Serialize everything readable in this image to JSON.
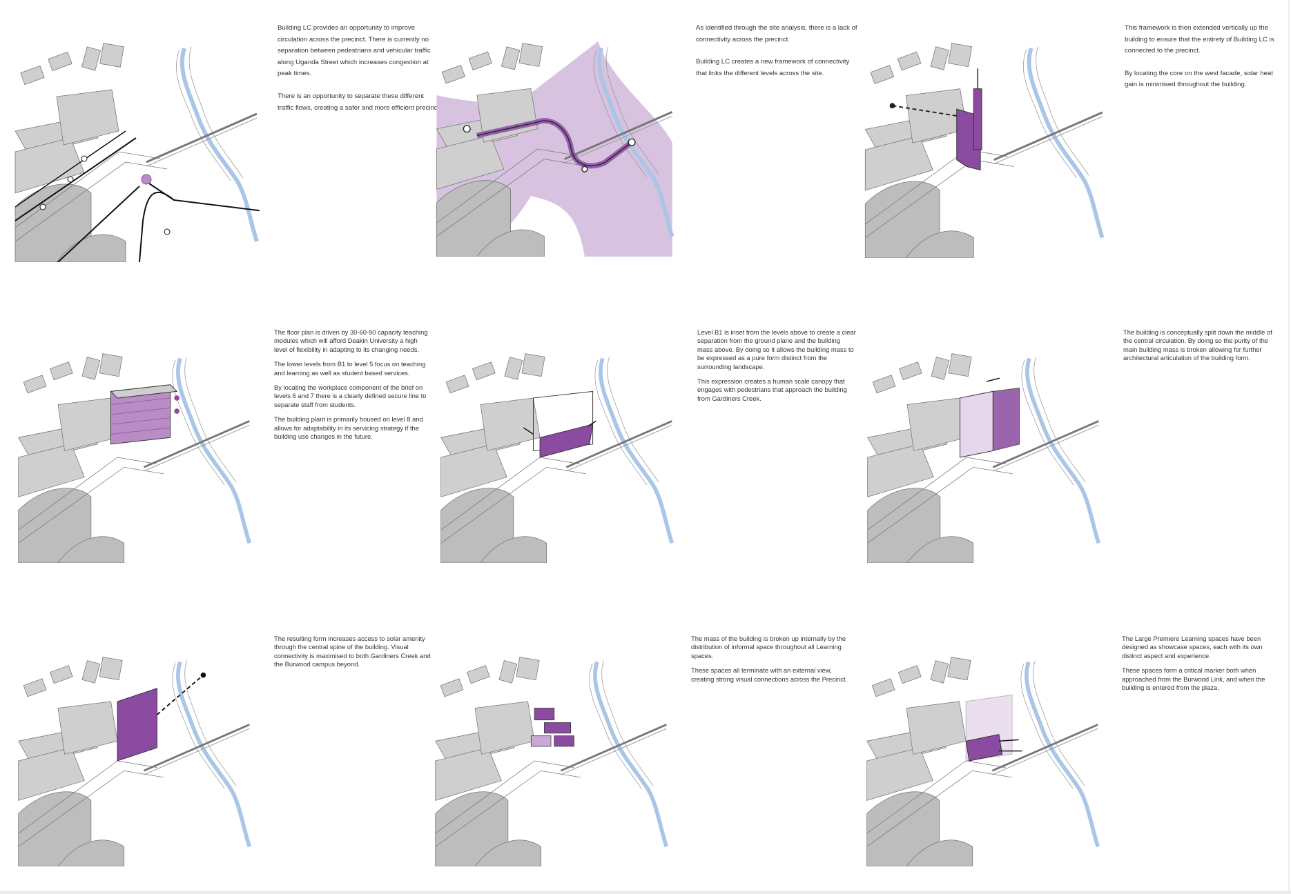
{
  "colors": {
    "accent": "#8a4ba0",
    "accent_light": "#d7c2e0",
    "accent_mid": "#a673b8",
    "massing": "#cfcfcf",
    "massing_dark": "#a8a8a8",
    "river": "#a9c6e6",
    "line": "#333333"
  },
  "panels": [
    {
      "id": 1,
      "paragraphs": [
        "Building LC provides an opportunity to improve circulation across the precinct. There is currently no separation between pedestrians and vehicular traffic along Uganda Street which increases congestion at peak times.",
        "There is an opportunity to separate these different traffic flows, creating a safer and more efficient precinct."
      ]
    },
    {
      "id": 2,
      "paragraphs": [
        "As identified through the site analysis, there is a lack of connectivity across the precinct.",
        "Building LC creates a new framework of connectivity that links the different levels across the site."
      ]
    },
    {
      "id": 3,
      "paragraphs": [
        "This framework is then extended vertically up the building to ensure that the entirety of Building LC is connected to the precinct.",
        "By locating the core on the west facade, solar heat gain is minimised throughout the building."
      ]
    },
    {
      "id": 4,
      "paragraphs": [
        "The floor plan is driven by 30-60-90 capacity teaching modules which will afford Deakin University a high level of flexibility in adapting to its changing needs.",
        "The lower levels from B1 to  level 5 focus on teaching and learning as well as student based services.",
        "By locating the workplace component of the brief on levels 6 and 7 there is a clearly defined secure line to separate staff from students.",
        "The building plant is primarily housed on level 8 and allows for adaptability in its servicing strategy if the building use changes in the future."
      ]
    },
    {
      "id": 5,
      "paragraphs": [
        "Level B1 is inset from the levels above to create a clear separation from the ground plane and the building mass above. By doing so it allows the building mass to be expressed as a pure form distinct from the surrounding landscape.",
        "This expression  creates a human scale canopy that engages with pedestrians that approach the building from Gardiners Creek."
      ]
    },
    {
      "id": 6,
      "paragraphs": [
        "The building is conceptually split down the middle of the central circulation. By doing so the purity of the main building mass is broken allowing for further architectural articulation of the building form."
      ]
    },
    {
      "id": 7,
      "paragraphs": [
        "The resulting form increases access to solar amenity through the central spine of the building. Visual connectivity is maximised to both Gardiners Creek and the Burwood campus beyond."
      ]
    },
    {
      "id": 8,
      "paragraphs": [
        "The mass of the building is broken up internally by the distribution of informal space throughout all Learning spaces.",
        "These spaces all terminate with an external view, creating strong visual connections across the Precinct."
      ]
    },
    {
      "id": 9,
      "paragraphs": [
        "The Large Premiere Learning spaces have been designed as showcase spaces, each with its own distinct aspect and experience.",
        "These spaces form a critical marker both when approached from the Burwood Link, and when the building is entered from the plaza."
      ]
    }
  ]
}
